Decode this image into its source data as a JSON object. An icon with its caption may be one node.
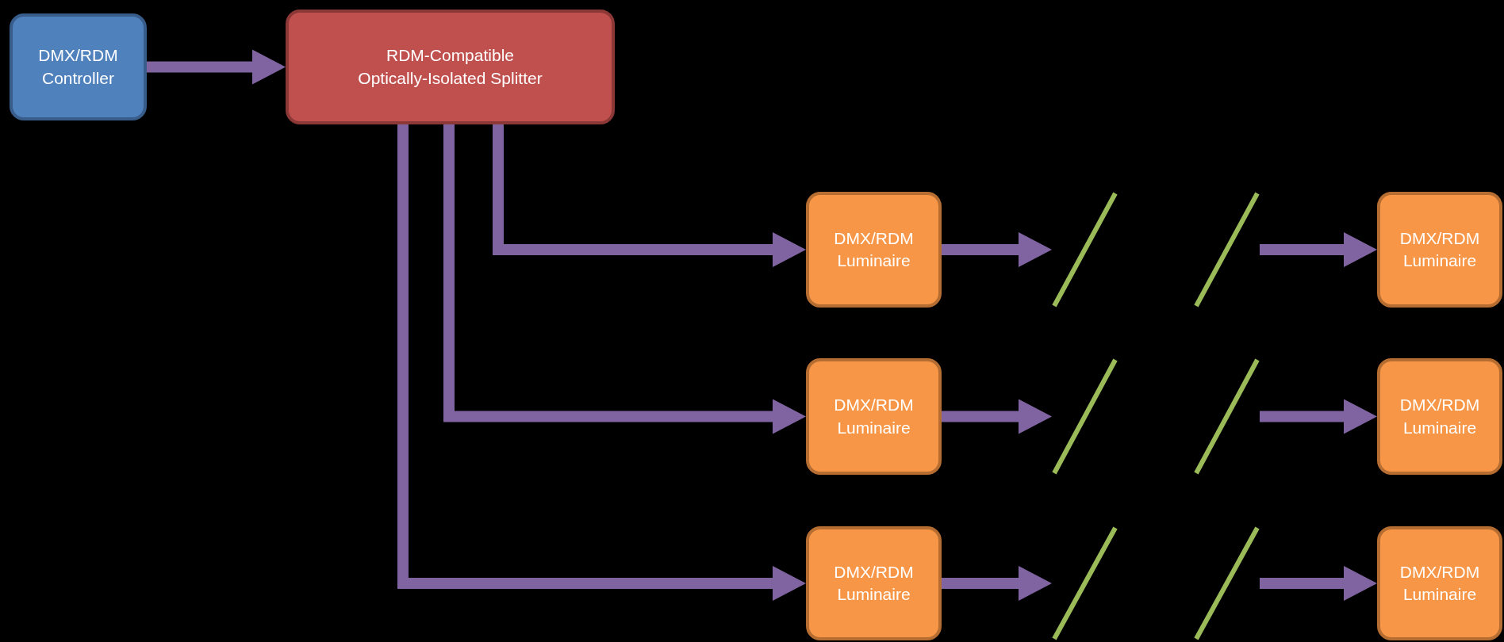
{
  "diagram": {
    "nodes": [
      {
        "text": [
          "DMX/RDM Controller"
        ]
      },
      {
        "text": [
          "RDM-Compatible Optically-Isolated Splitter"
        ]
      },
      {
        "text": [
          "DMX/RDM Luminaire"
        ]
      },
      {
        "text": [
          "DMX/RDM Luminaire"
        ]
      },
      {
        "text": [
          "DMX/RDM Luminaire"
        ]
      },
      {
        "text": [
          "DMX/RDM Luminaire"
        ]
      },
      {
        "text": [
          "DMX/RDM Luminaire"
        ]
      },
      {
        "text": [
          "DMX/RDM Luminaire"
        ]
      },
      {
        "text": [],
        "shape": "slash"
      },
      {
        "text": [],
        "shape": "slash"
      },
      {
        "text": [],
        "shape": "slash"
      },
      {
        "text": [],
        "shape": "slash"
      },
      {
        "text": [],
        "shape": "slash"
      },
      {
        "text": [],
        "shape": "slash"
      }
    ],
    "edges": [
      {
        "from": 0,
        "to": 1,
        "arrow": "to"
      },
      {
        "from": 1,
        "to": 2,
        "arrow": "to"
      },
      {
        "from": 1,
        "to": 3,
        "arrow": "to"
      },
      {
        "from": 1,
        "to": 4,
        "arrow": "to"
      },
      {
        "from": 2,
        "to": 8,
        "arrow": "to"
      },
      {
        "from": 9,
        "to": 5,
        "arrow": "to"
      },
      {
        "from": 3,
        "to": 10,
        "arrow": "to"
      },
      {
        "from": 11,
        "to": 6,
        "arrow": "to"
      },
      {
        "from": 4,
        "to": 12,
        "arrow": "to"
      },
      {
        "from": 13,
        "to": 7,
        "arrow": "to"
      }
    ]
  }
}
